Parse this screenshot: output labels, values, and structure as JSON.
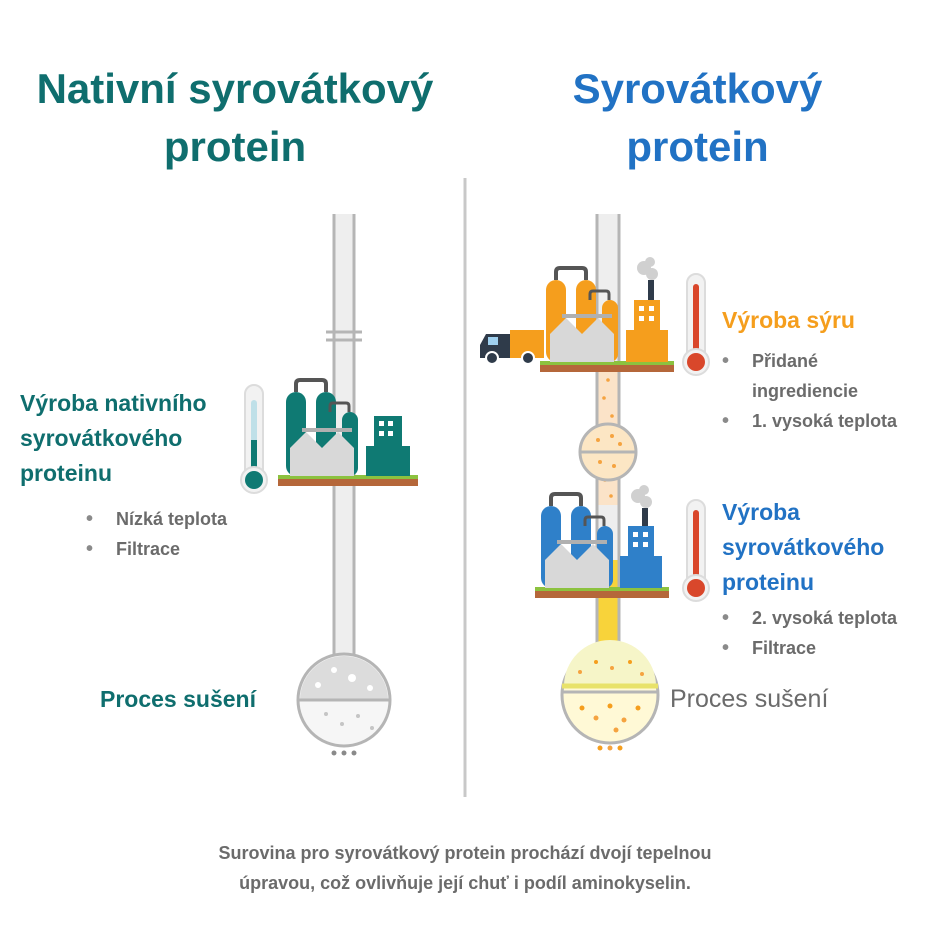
{
  "left": {
    "title_lines": [
      "Nativní syrovátkový",
      "protein"
    ],
    "production_label_lines": [
      "Výroba nativního",
      "syrovátkového",
      "proteinu"
    ],
    "bullets": [
      "Nízká teplota",
      "Filtrace"
    ],
    "drying_label": "Proces sušení"
  },
  "right": {
    "title_lines": [
      "Syrovátkový",
      "protein"
    ],
    "cheese_label": "Výroba sýru",
    "cheese_bullets": [
      "Přidané\ningrediencie",
      "1. vysoká teplota"
    ],
    "production_label_lines": [
      "Výroba",
      "syrovátkového",
      "proteinu"
    ],
    "bullets": [
      "2. vysoká teplota",
      "Filtrace"
    ],
    "drying_label": "Proces sušení"
  },
  "caption_lines": [
    "Surovina pro syrovátkový protein prochází dvojí tepelnou",
    "úpravou, což ovlivňuje její chuť i podíl aminokyselin."
  ],
  "colors": {
    "teal": "#0f6e6e",
    "blue": "#2172c4",
    "orange": "#f59e1d",
    "grey_text": "#6b6b6b",
    "thermometer_red": "#d9472b"
  }
}
